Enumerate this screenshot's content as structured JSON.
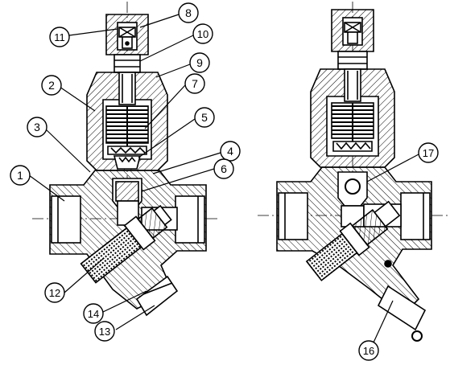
{
  "colors": {
    "line": "#000000",
    "background": "#ffffff"
  },
  "callouts": {
    "c1": "1",
    "c2": "2",
    "c3": "3",
    "c4": "4",
    "c5": "5",
    "c6": "6",
    "c7": "7",
    "c8": "8",
    "c9": "9",
    "c10": "10",
    "c11": "11",
    "c12": "12",
    "c13": "13",
    "c14": "14",
    "c16": "16",
    "c17": "17"
  }
}
